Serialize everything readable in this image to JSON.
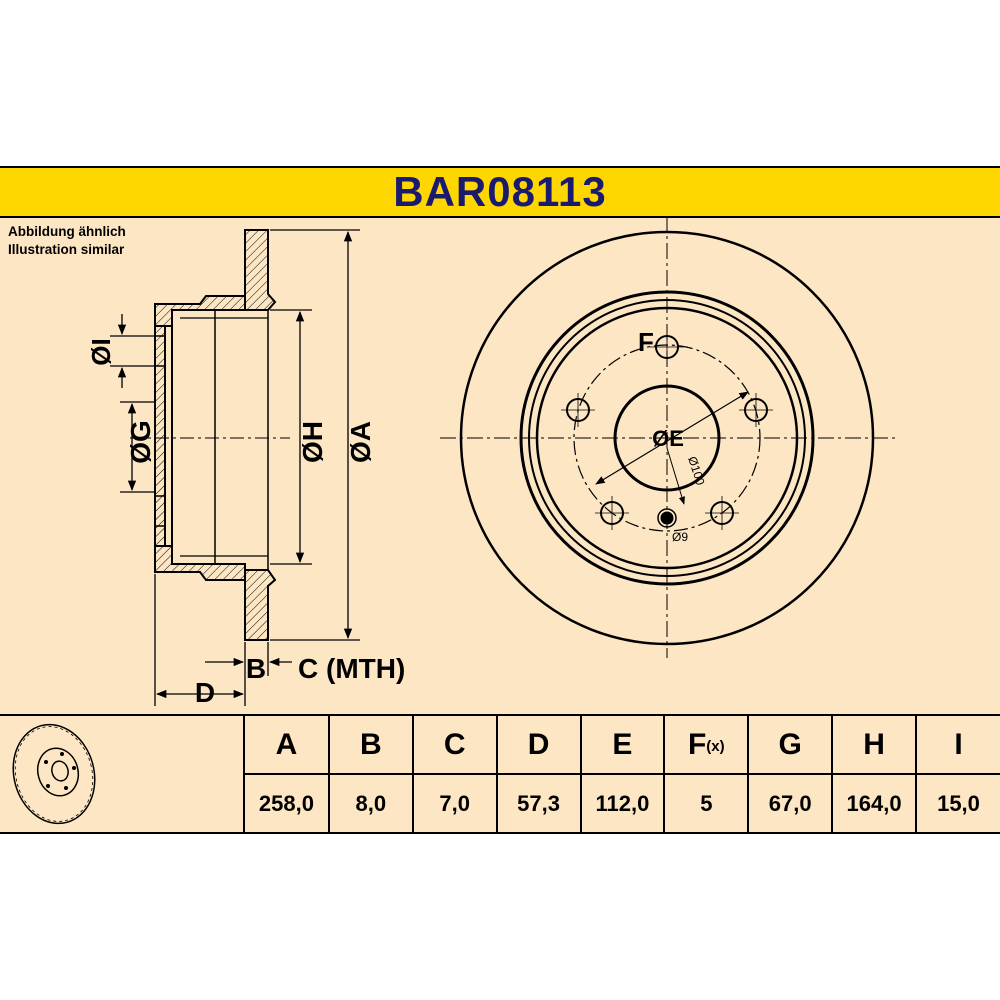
{
  "title": "BAR08113",
  "note": {
    "line1": "Abbildung ähnlich",
    "line2": "Illustration similar"
  },
  "labels": {
    "dia_I": "ØI",
    "dia_G": "ØG",
    "dia_H": "ØH",
    "dia_A": "ØA",
    "B": "B",
    "C_mth": "C (MTH)",
    "D": "D",
    "F": "F",
    "dia_E": "ØE",
    "pcd": "Ø100",
    "hole": "Ø9"
  },
  "table": {
    "headers": [
      "A",
      "B",
      "C",
      "D",
      "E",
      "F",
      "G",
      "H",
      "I"
    ],
    "header_suffix": {
      "F": "(x)"
    },
    "values": [
      "258,0",
      "8,0",
      "7,0",
      "57,3",
      "112,0",
      "5",
      "67,0",
      "164,0",
      "15,0"
    ]
  },
  "colors": {
    "background": "#fde6c4",
    "title_bar": "#ffd700",
    "title_text": "#1a1a6e",
    "line": "#000000"
  },
  "icons": [
    "brake-disc-thumbnail-icon"
  ]
}
